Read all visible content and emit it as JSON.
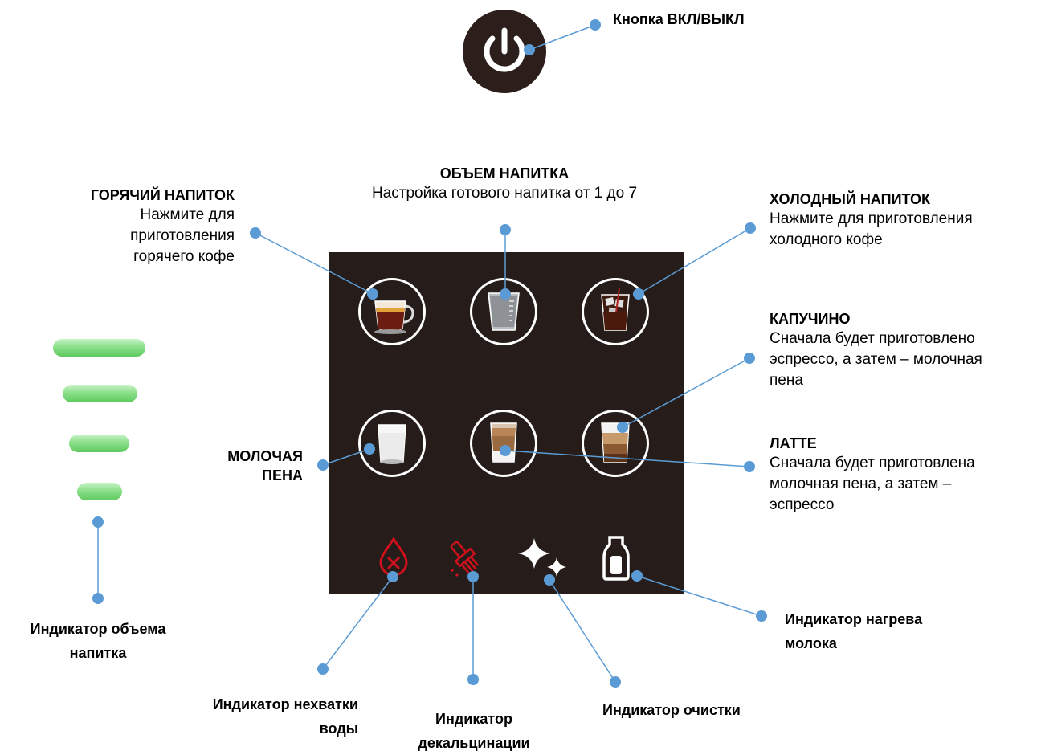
{
  "power": {
    "label": "Кнопка ВКЛ/ВЫКЛ",
    "icon": "power-icon"
  },
  "volume": {
    "title": "ОБЪЕМ НАПИТКА",
    "desc": "Настройка готового напитка от 1 до 7"
  },
  "hot_drink": {
    "title": "ГОРЯЧИЙ НАПИТОК",
    "desc_lines": [
      "Нажмите для",
      "приготовления",
      "горячего кофе"
    ]
  },
  "cold_drink": {
    "title": "ХОЛОДНЫЙ НАПИТОК",
    "desc_lines": [
      "Нажмите для приготовления",
      "холодного кофе"
    ]
  },
  "cappuccino": {
    "title": "КАПУЧИНО",
    "desc_lines": [
      "Сначала будет приготовлено",
      "эспрессо, а затем – молочная",
      "пена"
    ]
  },
  "latte": {
    "title": "ЛАТТЕ",
    "desc_lines": [
      "Сначала будет приготовлена",
      "молочная пена, а затем –",
      "эспрессо"
    ]
  },
  "milk_foam": {
    "title_lines": [
      "МОЛОЧАЯ",
      "ПЕНА"
    ]
  },
  "volume_indicator": {
    "label_lines": [
      "Индикатор объема",
      "напитка"
    ]
  },
  "indicators": {
    "water": [
      "Индикатор нехватки",
      "воды"
    ],
    "descaling": [
      "Индикатор",
      "декальцинации"
    ],
    "cleaning": [
      "Индикатор очистки"
    ],
    "milk_heating": [
      "Индикатор нагрева",
      "молока"
    ]
  },
  "colors": {
    "panel": "#261c19",
    "power_button": "#2c1f1b",
    "leader_line": "#5b9bd5",
    "warning_red": "#d0101c",
    "indicator_green": "#5ec95e"
  },
  "icons": [
    "hot-coffee-cup-icon",
    "measuring-cup-icon",
    "iced-coffee-glass-icon",
    "milk-glass-icon",
    "latte-glass-icon",
    "cappuccino-glass-icon",
    "water-drop-icon",
    "descaling-brush-icon",
    "sparkle-icon",
    "milk-bottle-icon"
  ]
}
